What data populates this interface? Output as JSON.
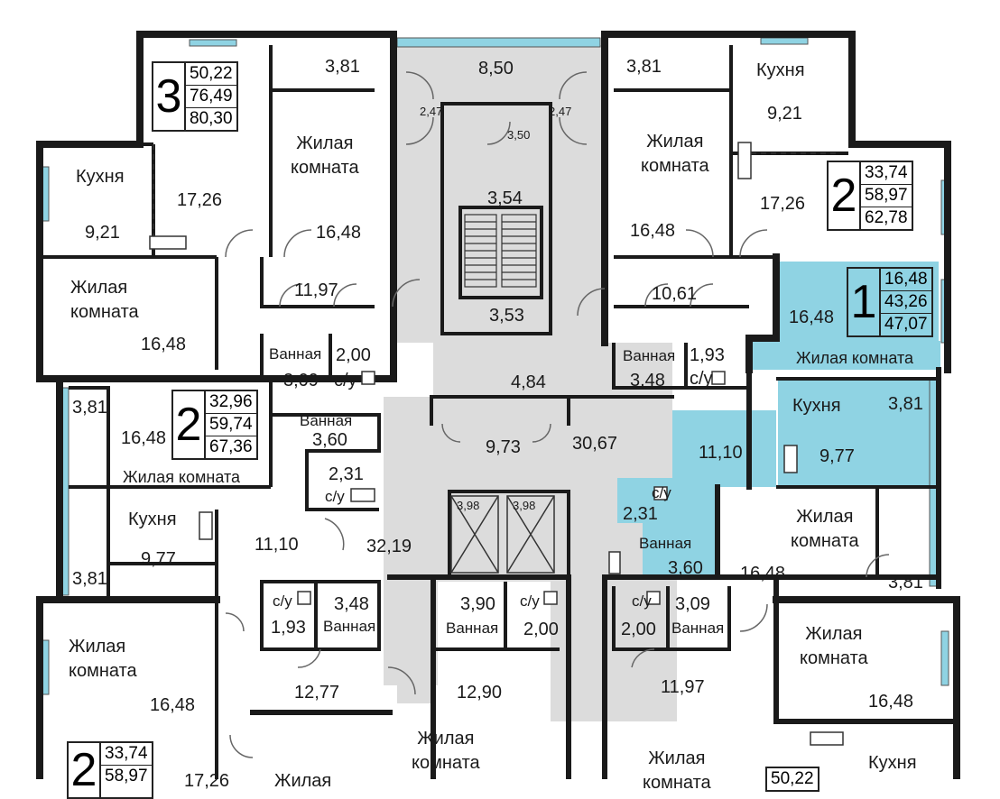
{
  "colors": {
    "wall": "#1a1a1a",
    "corridor": "#dcdcdc",
    "highlight": "#8fd3e3",
    "window": "#8fd3e3",
    "room": "#ffffff"
  },
  "icons": [
    "door-swing-icon",
    "staircase-icon",
    "elevator-icon",
    "toilet-icon",
    "stove-icon"
  ],
  "apartments": [
    {
      "id": "a3",
      "rooms": "3",
      "areas": [
        "50,22",
        "76,49",
        "80,30"
      ]
    },
    {
      "id": "a2ne",
      "rooms": "2",
      "areas": [
        "33,74",
        "58,97",
        "62,78"
      ]
    },
    {
      "id": "a1",
      "rooms": "1",
      "areas": [
        "16,48",
        "43,26",
        "47,07"
      ]
    },
    {
      "id": "a2w",
      "rooms": "2",
      "areas": [
        "32,96",
        "59,74",
        "67,36"
      ]
    },
    {
      "id": "a2sw",
      "rooms": "2",
      "areas": [
        "33,74",
        "58,97"
      ]
    },
    {
      "id": "a3se",
      "rooms": "",
      "areas": [
        "50,22"
      ]
    }
  ],
  "labels": {
    "l01": "3,81",
    "l02": "8,50",
    "l03": "3,81",
    "l04": "Кухня",
    "l05": "9,21",
    "l06": "2,47",
    "l07": "2,47",
    "l08": "3,50",
    "l09": "Жилая\nкомната",
    "l10": "Жилая\nкомната",
    "l11": "Кухня",
    "l12": "17,26",
    "l13": "9,21",
    "l14": "16,48",
    "l15": "3,54",
    "l16": "16,48",
    "l17": "17,26",
    "l18": "Жилая\nкомната",
    "l19": "11,97",
    "l20": "16,48",
    "l21": "3,53",
    "l22": "10,61",
    "l23": "16,48",
    "l24": "Ванная",
    "l25": "3,09",
    "l26": "2,00",
    "l27": "с/у",
    "l28": "Ванная",
    "l29": "3,48",
    "l30": "1,93",
    "l31": "с/у",
    "l32": "Жилая комната",
    "l33": "3,81",
    "l34": "16,48",
    "l35": "Жилая комната",
    "l36": "Ванная",
    "l37": "3,60",
    "l38": "2,31",
    "l39": "с/у",
    "l40": "4,84",
    "l41": "9,73",
    "l42": "30,67",
    "l43": "Кухня",
    "l44": "3,81",
    "l45": "11,10",
    "l46": "9,77",
    "l47": "с/у",
    "l48": "2,31",
    "l49": "Кухня",
    "l50": "9,77",
    "l51": "11,10",
    "l52": "32,19",
    "l53": "3,98",
    "l54": "3,98",
    "l55": "Ванная",
    "l56": "3,60",
    "l57": "Жилая\nкомната",
    "l58": "16,48",
    "l59": "3,81",
    "l60": "3,81",
    "l61": "с/у",
    "l62": "1,93",
    "l63": "3,48",
    "l64": "Ванная",
    "l65": "3,90",
    "l66": "Ванная",
    "l67": "с/у",
    "l68": "2,00",
    "l69": "с/у",
    "l70": "2,00",
    "l71": "3,09",
    "l72": "Ванная",
    "l73": "Жилая\nкомната",
    "l74": "Жилая\nкомната",
    "l75": "12,77",
    "l76": "16,48",
    "l77": "12,90",
    "l78": "11,97",
    "l79": "16,48",
    "l80": "Жилая\nкомната",
    "l81": "Жилая\nкомната",
    "l82": "Кухня",
    "l83": "17,26",
    "l84": "Жилая"
  }
}
